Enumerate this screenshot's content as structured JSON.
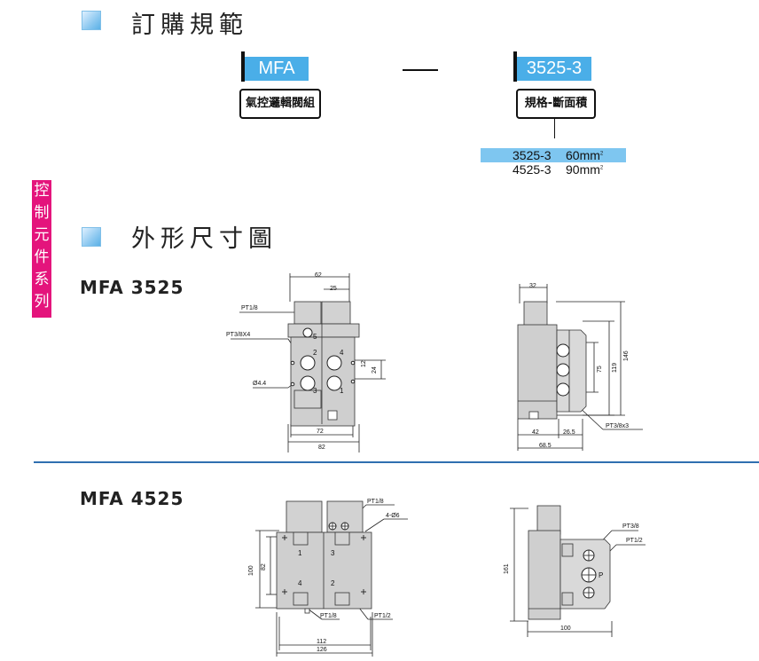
{
  "order_section": {
    "title": "訂購規範",
    "model_code": "MFA",
    "model_label": "氣控邏輯閥組",
    "separator": "—",
    "area_code": "3525-3",
    "area_label": "規格-斷面積",
    "area_options": [
      {
        "code": "3525-3",
        "value": "60mm",
        "unit_sup": "2",
        "highlighted": true
      },
      {
        "code": "4525-3",
        "value": "90mm",
        "unit_sup": "2",
        "highlighted": false
      }
    ]
  },
  "side_tab": {
    "chars": [
      "控",
      "制",
      "元",
      "件",
      "系",
      "列"
    ]
  },
  "dimension_section": {
    "title": "外形尺寸圖"
  },
  "mfa3525": {
    "title": "MFA 3525",
    "labels": {
      "pt18": "PT1/8",
      "pt38x4": "PT3/8X4",
      "d44": "Ø4.4",
      "d62": "62",
      "d25": "25",
      "d12": "12",
      "d24": "24",
      "d72": "72",
      "d82": "82",
      "p1": "1",
      "p2": "2",
      "p3": "3",
      "p4": "4",
      "p5": "5",
      "d32": "32",
      "d146": "146",
      "d119": "119",
      "d75": "75",
      "d42": "42",
      "d265": "26.5",
      "d685": "68.5",
      "pt38x3": "PT3/8x3"
    }
  },
  "mfa4525": {
    "title": "MFA 4525",
    "labels": {
      "pt18a": "PT1/8",
      "d46": "4-Ø6",
      "d100": "100",
      "d82": "82",
      "p1": "1",
      "p2": "2",
      "p3": "3",
      "p4": "4",
      "pt18b": "PT1/8",
      "pt12a": "PT1/2",
      "d112": "112",
      "d126": "126",
      "d161": "161",
      "pt38": "PT3/8",
      "pt12b": "PT1/2",
      "pp": "P",
      "d100b": "100"
    }
  },
  "colors": {
    "accent_blue": "#4aaee8",
    "tab_magenta": "#e4147c",
    "divider_blue": "#2f6fb0",
    "body_gray": "#cfcfcf"
  }
}
